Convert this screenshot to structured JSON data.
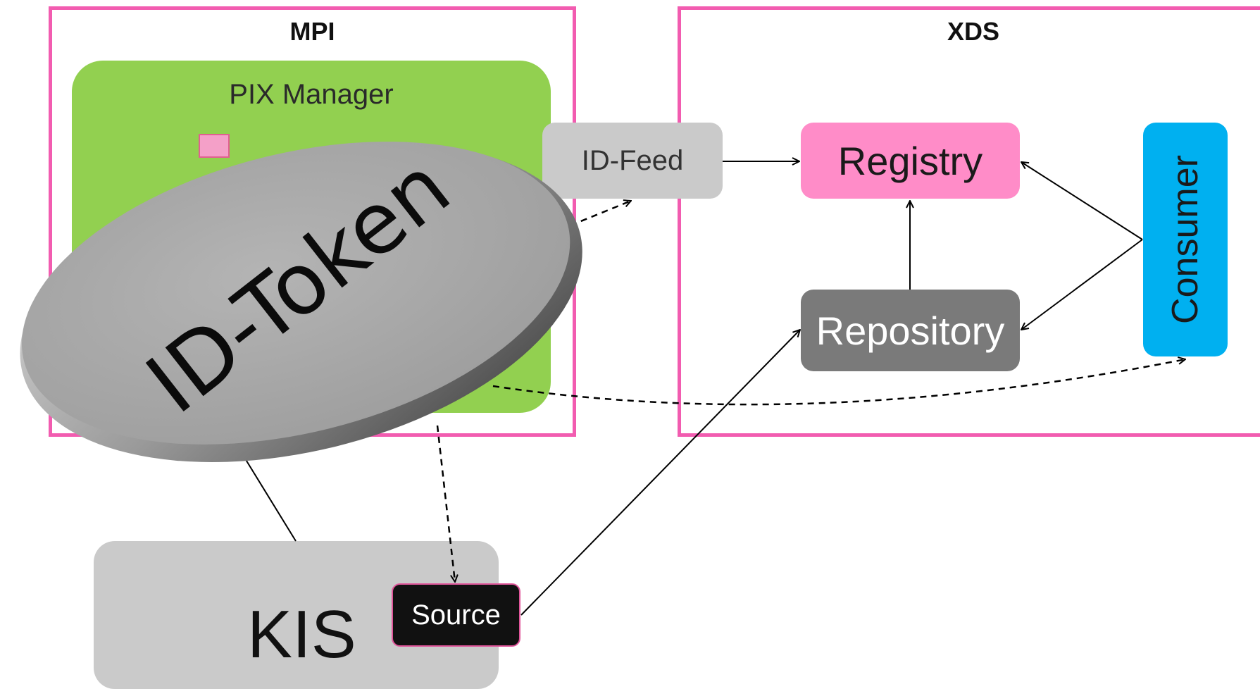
{
  "frames": {
    "mpi_title": "MPI",
    "xds_title": "XDS"
  },
  "nodes": {
    "pix_manager": "PIX Manager",
    "id_feed": "ID-Feed",
    "registry": "Registry",
    "repository": "Repository",
    "consumer": "Consumer",
    "kis": "KIS",
    "source": "Source"
  },
  "overlay": {
    "token": "ID-Token"
  },
  "colors": {
    "frame_border": "#f25cb0",
    "pix_manager": "#92d050",
    "id_feed": "#cacaca",
    "registry": "#ff8cc8",
    "repository": "#7a7a7a",
    "consumer": "#00b0f0",
    "kis": "#cacaca",
    "source": "#111111",
    "token": "#a8a8a8"
  }
}
